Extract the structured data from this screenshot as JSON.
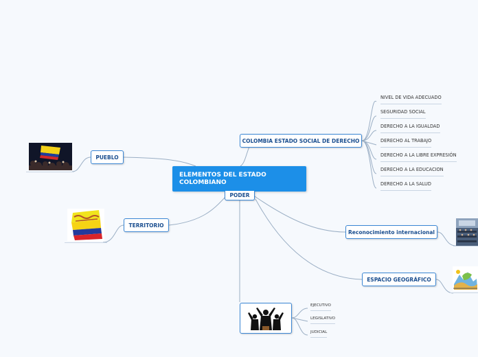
{
  "root": {
    "title": "ELEMENTOS DEL ESTADO COLOMBIANO",
    "sub": "PODER"
  },
  "branches": {
    "social": "COLOMBIA ESTADO SOCIAL DE DERECHO",
    "pueblo": "PUEBLO",
    "territorio": "TERRITORIO",
    "reconocimiento": "Reconocimiento internacional",
    "espacio": "ESPACIO GEOGRÁFICO"
  },
  "derechos": [
    "NIVEL DE VIDA ADECUADO",
    "SEGURIDAD SOCIAL",
    "DERECHO A LA IGUALDAD",
    "DERECHO AL TRABAJO",
    "DERECHO A LA LIBRE EXPRESIÓN",
    "DERECHO A LA EDUCACION",
    "DERECHO A LA SALUD"
  ],
  "poderes": [
    "EJECUTIVO",
    "LEGISLATIVO",
    "JUDICIAL"
  ],
  "images": {
    "pueblo": "crowd-flag-photo",
    "territorio": "colombia-flag-illustration",
    "reconocimiento": "assembly-photo",
    "espacio": "geography-illustration",
    "poder": "leaders-silhouette"
  },
  "colors": {
    "root": "#1c8fe8",
    "border": "#3a86d4",
    "text": "#1a4e8f",
    "link": "#9aaec4"
  }
}
